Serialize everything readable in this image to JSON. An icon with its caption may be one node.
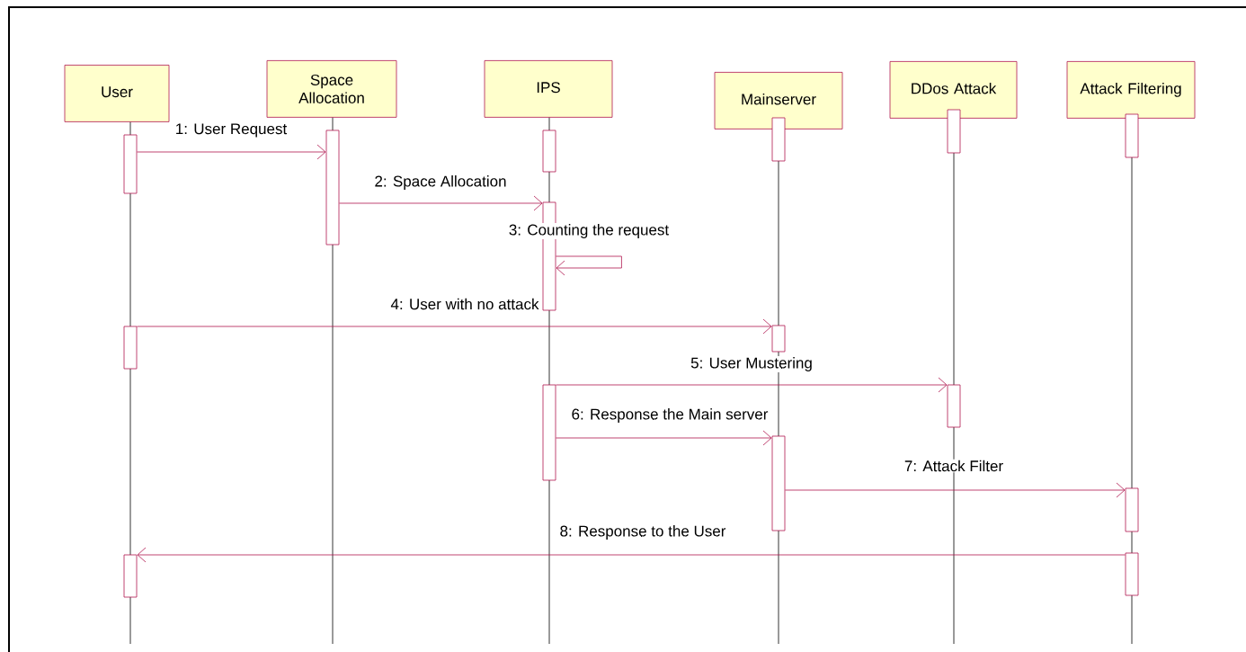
{
  "diagram": {
    "nodes": [
      {
        "text": [
          "User"
        ]
      },
      {
        "text": [
          "Space Allocation"
        ]
      },
      {
        "text": [
          "IPS"
        ]
      },
      {
        "text": [
          "Mainserver"
        ]
      },
      {
        "text": [
          "DDos Attack"
        ]
      },
      {
        "text": [
          "Attack Filtering"
        ]
      },
      {
        "text": [],
        "shape": "bar"
      },
      {
        "text": [],
        "shape": "bar"
      },
      {
        "text": [],
        "shape": "bar"
      },
      {
        "text": [],
        "shape": "bar"
      },
      {
        "text": [],
        "shape": "bar"
      },
      {
        "text": [],
        "shape": "bar"
      },
      {
        "text": [],
        "shape": "bar"
      },
      {
        "text": [],
        "shape": "bar"
      },
      {
        "text": [],
        "shape": "bar"
      },
      {
        "text": [],
        "shape": "bar"
      },
      {
        "text": [],
        "shape": "bar"
      },
      {
        "text": [],
        "shape": "bar"
      },
      {
        "text": [],
        "shape": "bar"
      },
      {
        "text": [],
        "shape": "bar"
      },
      {
        "text": [],
        "shape": "bar"
      }
    ],
    "edges": [
      {
        "from": 6,
        "to": 9,
        "arrow": "to",
        "label": "1: User Request"
      },
      {
        "from": 9,
        "to": 11,
        "arrow": "to",
        "label": "2: Space Allocation"
      },
      {
        "from": 11,
        "to": 11,
        "arrow": "to",
        "label": "3: Counting the request"
      },
      {
        "from": 7,
        "to": 14,
        "arrow": "to",
        "label": "4: User with no attack"
      },
      {
        "from": 12,
        "to": 17,
        "arrow": "to",
        "label": "5: User Mustering"
      },
      {
        "from": 12,
        "to": 15,
        "arrow": "to",
        "label": "6: Response the Main server"
      },
      {
        "from": 15,
        "to": 19,
        "arrow": "to",
        "label": "7: Attack Filter"
      },
      {
        "from": 20,
        "to": 8,
        "arrow": "to",
        "label": "8: Response to the User"
      }
    ]
  }
}
